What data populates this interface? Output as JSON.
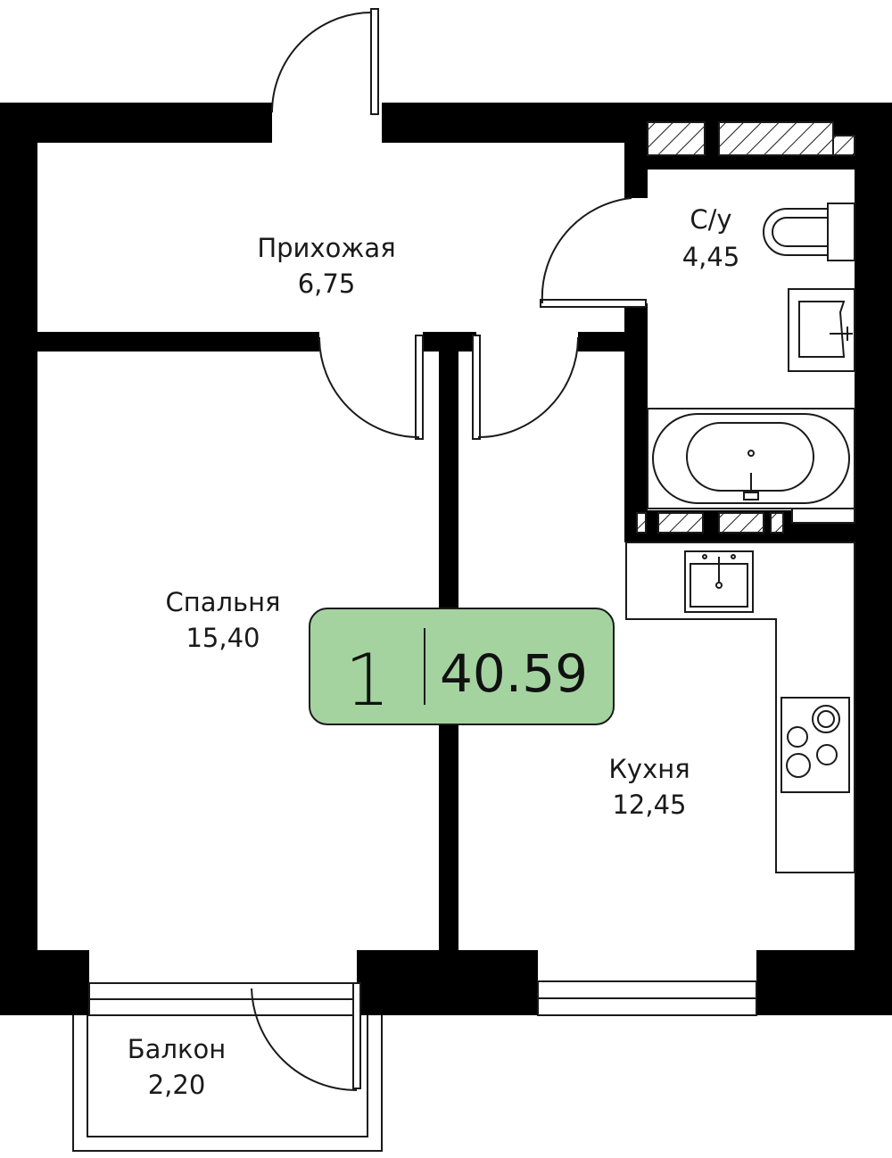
{
  "rooms": {
    "hallway": {
      "name": "Прихожая",
      "area": "6,75"
    },
    "bathroom": {
      "name": "С/у",
      "area": "4,45"
    },
    "bedroom": {
      "name": "Спальня",
      "area": "15,40"
    },
    "kitchen": {
      "name": "Кухня",
      "area": "12,45"
    },
    "balcony": {
      "name": "Балкон",
      "area": "2,20"
    }
  },
  "badge": {
    "rooms_count": "1",
    "total_area": "40.59",
    "fill": "#a4d3a0"
  },
  "colors": {
    "wall": "#000000",
    "line": "#1a1a1a"
  }
}
